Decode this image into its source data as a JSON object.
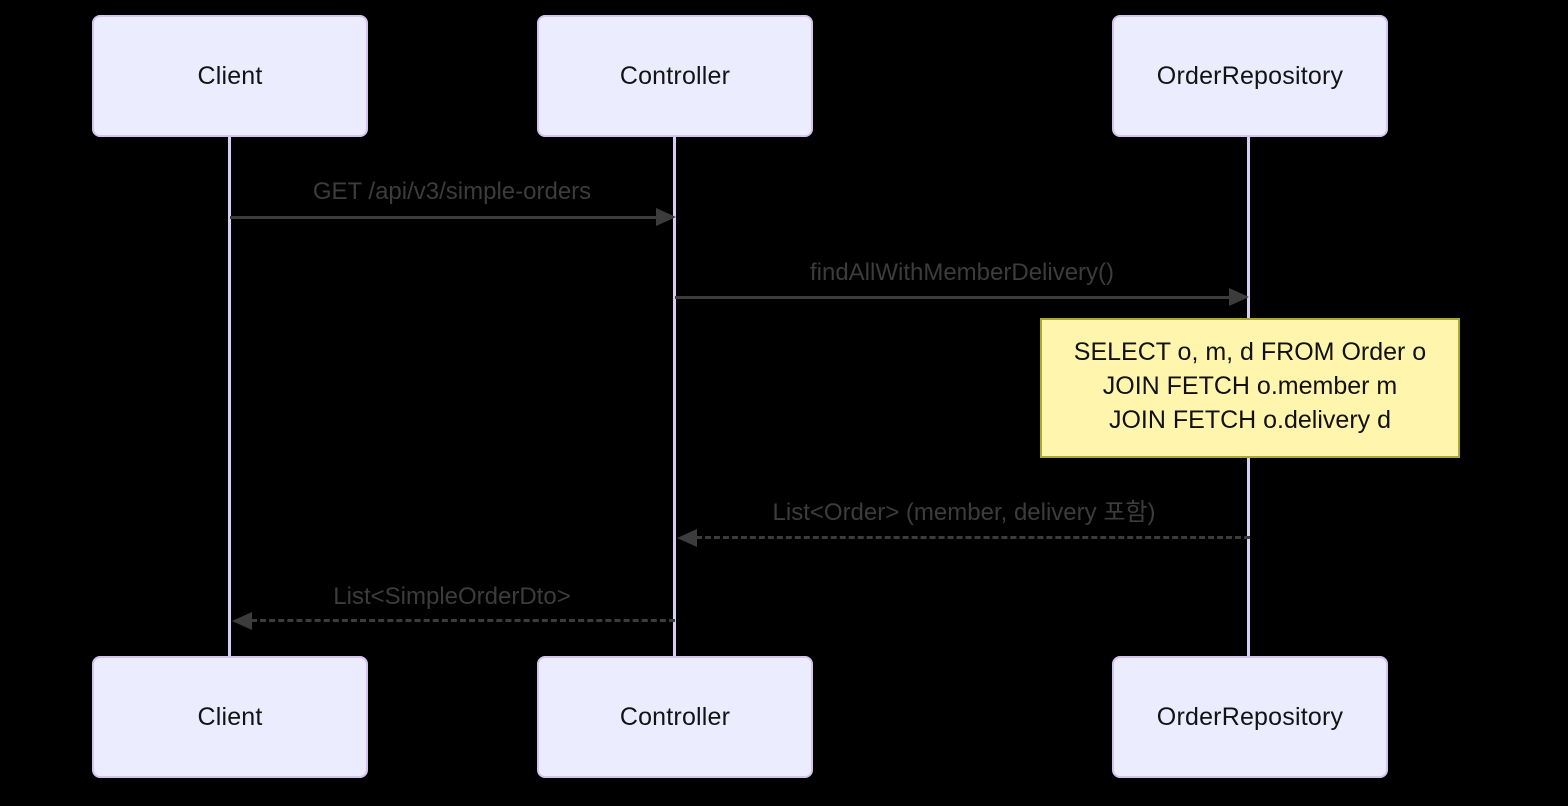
{
  "diagram": {
    "type": "sequence-diagram",
    "background_color": "#000000",
    "actors": [
      {
        "id": "client",
        "label": "Client"
      },
      {
        "id": "controller",
        "label": "Controller"
      },
      {
        "id": "order_repository",
        "label": "OrderRepository"
      }
    ],
    "messages": [
      {
        "from": "client",
        "to": "controller",
        "label": "GET /api/v3/simple-orders",
        "line_style": "solid",
        "direction": "right"
      },
      {
        "from": "controller",
        "to": "order_repository",
        "label": "findAllWithMemberDelivery()",
        "line_style": "solid",
        "direction": "right"
      },
      {
        "from": "order_repository",
        "to": "controller",
        "label": "List<Order> (member, delivery 포함)",
        "line_style": "dashed",
        "direction": "left"
      },
      {
        "from": "controller",
        "to": "client",
        "label": "List<SimpleOrderDto>",
        "line_style": "dashed",
        "direction": "left"
      }
    ],
    "note": {
      "anchor": "order_repository",
      "lines": [
        "SELECT o, m, d FROM Order o",
        "JOIN FETCH o.member m",
        "JOIN FETCH o.delivery d"
      ]
    },
    "colors": {
      "actor_fill": "#ECECFF",
      "actor_border": "#D5C3EF",
      "actor_text": "#131313",
      "lifeline": "#D9CCF2",
      "message_text": "#3c3c3c",
      "message_line": "#3c3c3c",
      "note_fill": "#FFF5AD",
      "note_border": "#AAAA33",
      "note_text": "#111111"
    }
  }
}
